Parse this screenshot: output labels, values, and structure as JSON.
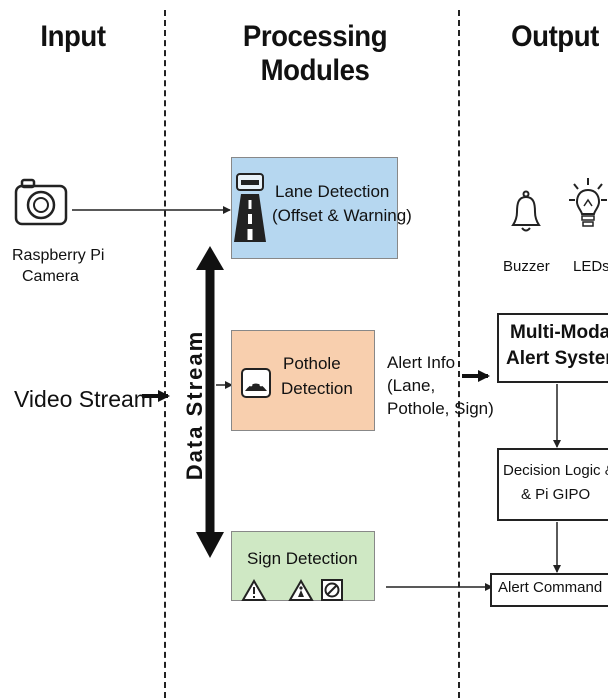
{
  "columns": {
    "input": "Input",
    "processing": "Processing Modules",
    "output": "Output"
  },
  "input": {
    "camera_label_line1": "Raspberry Pi",
    "camera_label_line2": "Camera",
    "video_stream": "Video Stream"
  },
  "data_stream": "Data Stream",
  "modules": {
    "lane_line1": "Lane Detection",
    "lane_line2": "(Offset & Warning)",
    "pothole_line1": "Pothole",
    "pothole_line2": "Detection",
    "sign_line1": "Sign Detection"
  },
  "alert_info": {
    "line1": "Alert Info",
    "line2": "(Lane,",
    "line3": "Pothole, Sign)"
  },
  "output": {
    "buzzer": "Buzzer",
    "leds": "LEDs",
    "multimodal_line1": "Multi-Modal",
    "multimodal_line2": "Alert System",
    "decision_line1": "Decision Logic &",
    "decision_line2": "& Pi GIPO",
    "alert_command": "Alert Command"
  },
  "colors": {
    "lane_fill": "#b6d7f0",
    "pothole_fill": "#f8cfae",
    "sign_fill": "#cfe8c4"
  }
}
